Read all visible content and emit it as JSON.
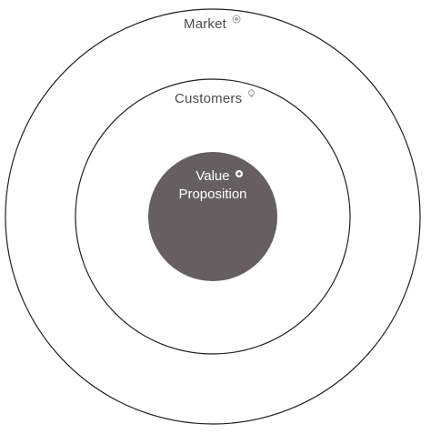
{
  "diagram": {
    "outer_label": "Market",
    "middle_label": "Customers",
    "center_label_line1": "Value",
    "center_label_line2": "Proposition",
    "icons": {
      "market": "target-icon",
      "customers": "lightbulb-icon",
      "value": "circle-dot-icon"
    },
    "colors": {
      "ring_stroke": "#1f1f1f",
      "center_fill": "#675f5f",
      "label_text": "#4a4a4a",
      "center_text": "#ffffff"
    }
  }
}
